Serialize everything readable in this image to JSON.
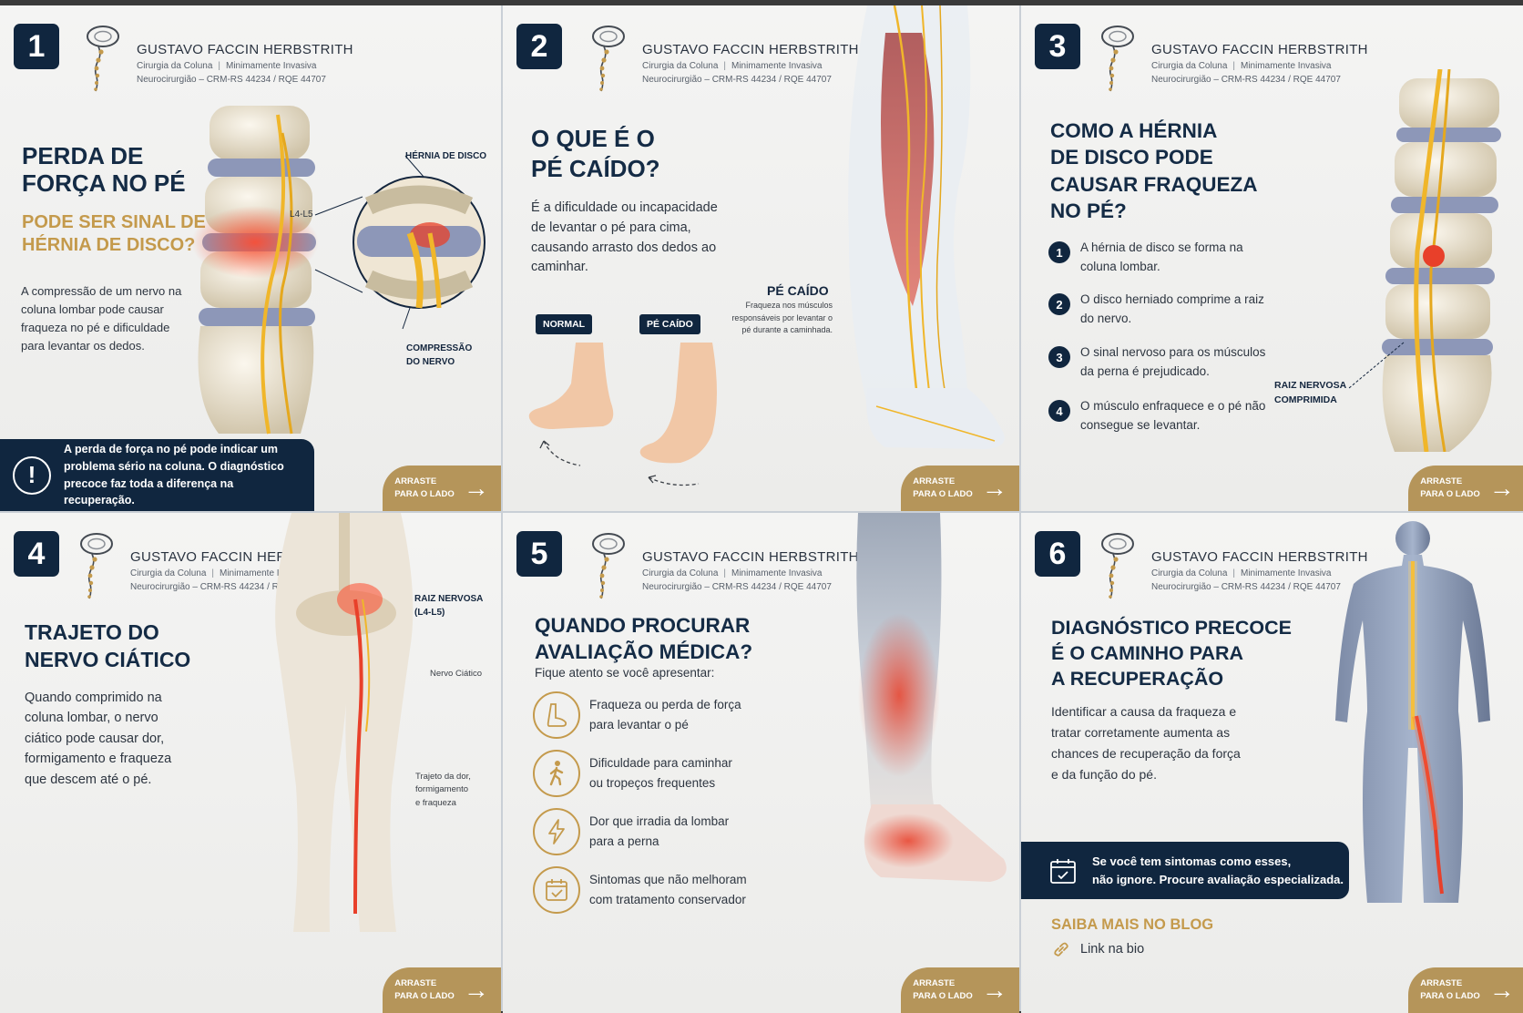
{
  "brand": {
    "name": "GUSTAVO FACCIN HERBSTRITH",
    "specialty": "Cirurgia da Coluna",
    "technique": "Minimamente Invasiva",
    "credentials": "Neurocirurgião – CRM-RS 44234 / RQE 44707"
  },
  "swipe": {
    "line1": "ARRASTE",
    "line2": "PARA O LADO"
  },
  "colors": {
    "navy": "#10263f",
    "gold": "#c49a4c",
    "nerve": "#f0b62a",
    "pain": "#e8402a"
  },
  "p1": {
    "num": "1",
    "title1": "PERDA DE",
    "title2": "FORÇA NO PÉ",
    "sub1": "PODE SER SINAL DE",
    "sub2": "HÉRNIA DE DISCO?",
    "text": "A compressão de um nervo na coluna lombar pode causar fraqueza no pé e dificuldade para levantar os dedos.",
    "label_hernia": "HÉRNIA DE DISCO",
    "label_level": "L4-L5",
    "label_comp1": "COMPRESSÃO",
    "label_comp2": "DO NERVO",
    "alert_icon": "!",
    "alert": "A perda de força no pé pode indicar um problema sério na coluna. O diagnóstico precoce faz toda a diferença na recuperação."
  },
  "p2": {
    "num": "2",
    "title1": "O QUE É O",
    "title2": "PÉ CAÍDO?",
    "text": "É a dificuldade ou incapacidade de levantar o pé para cima, causando arrasto dos dedos ao caminhar.",
    "tag_normal": "NORMAL",
    "tag_drop": "PÉ CAÍDO",
    "label": "PÉ CAÍDO",
    "note": "Fraqueza nos músculos responsáveis por levantar o pé durante a caminhada."
  },
  "p3": {
    "num": "3",
    "title1": "COMO A HÉRNIA",
    "title2": "DE DISCO PODE",
    "title3": "CAUSAR FRAQUEZA",
    "title4": "NO PÉ?",
    "steps": [
      {
        "n": "1",
        "t": "A hérnia de disco se forma na coluna lombar."
      },
      {
        "n": "2",
        "t": "O disco herniado comprime a raiz do nervo."
      },
      {
        "n": "3",
        "t": "O sinal nervoso para os músculos da perna é prejudicado."
      },
      {
        "n": "4",
        "t": "O músculo enfraquece e o pé não consegue se levantar."
      }
    ],
    "label1": "RAIZ NERVOSA",
    "label2": "COMPRIMIDA"
  },
  "p4": {
    "num": "4",
    "title1": "TRAJETO DO",
    "title2": "NERVO CIÁTICO",
    "text": "Quando comprimido na coluna lombar, o nervo ciático pode causar dor, formigamento e fraqueza que descem até o pé.",
    "label_root1": "RAIZ NERVOSA",
    "label_root2": "(L4-L5)",
    "label_nerve": "Nervo Ciático",
    "label_path1": "Trajeto da dor,",
    "label_path2": "formigamento",
    "label_path3": "e fraqueza"
  },
  "p5": {
    "num": "5",
    "title1": "QUANDO PROCURAR",
    "title2": "AVALIAÇÃO MÉDICA?",
    "intro": "Fique atento se você apresentar:",
    "items": [
      {
        "icon": "foot-icon",
        "a": "Fraqueza ou perda de força",
        "b": "para levantar o pé"
      },
      {
        "icon": "walking-person-icon",
        "a": "Dificuldade para caminhar",
        "b": "ou tropeços frequentes"
      },
      {
        "icon": "lightning-icon",
        "a": "Dor que irradia da lombar",
        "b": "para a perna"
      },
      {
        "icon": "calendar-check-icon",
        "a": "Sintomas que não melhoram",
        "b": "com tratamento conservador"
      }
    ]
  },
  "p6": {
    "num": "6",
    "title1": "DIAGNÓSTICO PRECOCE",
    "title2": "É O CAMINHO PARA",
    "title3": "A RECUPERAÇÃO",
    "text": "Identificar a causa da fraqueza e tratar corretamente aumenta as chances de recuperação da força e da função do pé.",
    "cta1": "Se você tem sintomas como esses,",
    "cta2": "não ignore. Procure avaliação especializada.",
    "blog": "SAIBA MAIS NO BLOG",
    "link": "Link na bio"
  }
}
